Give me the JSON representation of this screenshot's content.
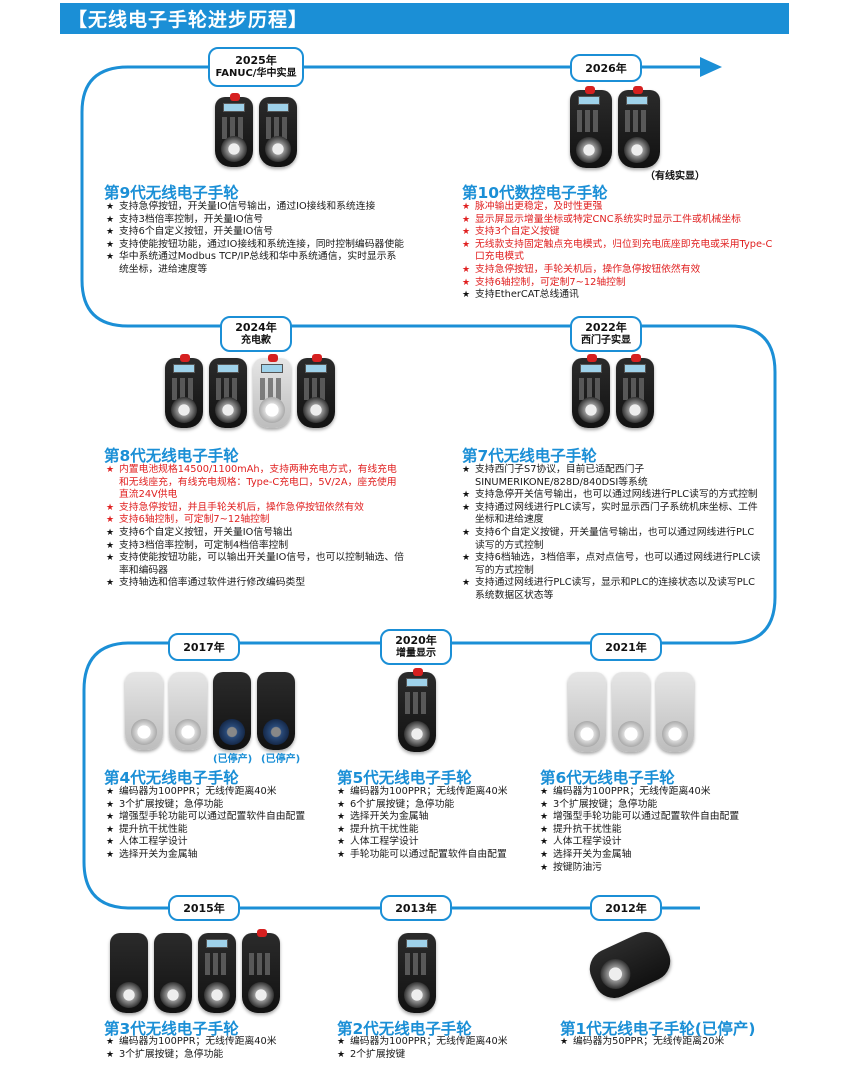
{
  "header": {
    "title": "【无线电子手轮进步历程】"
  },
  "milestones": {
    "y2025": {
      "year": "2025年",
      "sub": "FANUC/华中实显"
    },
    "y2026": {
      "year": "2026年"
    },
    "y2024": {
      "year": "2024年",
      "sub": "充电款"
    },
    "y2022": {
      "year": "2022年",
      "sub": "西门子实显"
    },
    "y2017": {
      "year": "2017年"
    },
    "y2020": {
      "year": "2020年",
      "sub": "增量显示"
    },
    "y2021": {
      "year": "2021年"
    },
    "y2015": {
      "year": "2015年"
    },
    "y2013": {
      "year": "2013年"
    },
    "y2012": {
      "year": "2012年"
    }
  },
  "notes": {
    "wired": "（有线实显）",
    "disc1": "(已停产)",
    "disc2": "(已停产)"
  },
  "gens": {
    "g9": {
      "title": "第9代无线电子手轮",
      "features": [
        {
          "t": "支持急停按钮，开关量IO信号输出，通过IO接线和系统连接",
          "red": false
        },
        {
          "t": "支持3档倍率控制，开关量IO信号",
          "red": false
        },
        {
          "t": "支持6个自定义按钮，开关量IO信号",
          "red": false
        },
        {
          "t": "支持使能按钮功能，通过IO接线和系统连接，同时控制编码器使能",
          "red": false
        },
        {
          "t": "华中系统通过Modbus TCP/IP总线和华中系统通信，实时显示系统坐标，进给速度等",
          "red": false
        }
      ]
    },
    "g10": {
      "title": "第10代数控电子手轮",
      "features": [
        {
          "t": "脉冲输出更稳定，及时性更强",
          "red": true
        },
        {
          "t": "显示屏显示增量坐标或特定CNC系统实时显示工件或机械坐标",
          "red": true
        },
        {
          "t": "支持3个自定义按键",
          "red": true
        },
        {
          "t": "无线款支持固定触点充电模式，归位到充电底座即充电或采用Type-C口充电模式",
          "red": true
        },
        {
          "t": "支持急停按钮，手轮关机后，操作急停按钮依然有效",
          "red": true
        },
        {
          "t": "支持6轴控制，可定制7~12轴控制",
          "red": true
        },
        {
          "t": "支持EtherCAT总线通讯",
          "red": false
        }
      ]
    },
    "g8": {
      "title": "第8代无线电子手轮",
      "features": [
        {
          "t": "内置电池规格14500/1100mAh，支持两种充电方式，有线充电和无线座充，有线充电规格：Type-C充电口，5V/2A，座充使用直流24V供电",
          "red": true
        },
        {
          "t": "支持急停按钮，并且手轮关机后，操作急停按钮依然有效",
          "red": true
        },
        {
          "t": "支持6轴控制，可定制7~12轴控制",
          "red": true
        },
        {
          "t": "支持6个自定义按钮，开关量IO信号输出",
          "red": false
        },
        {
          "t": "支持3档倍率控制，可定制4档倍率控制",
          "red": false
        },
        {
          "t": "支持使能按钮功能，可以输出开关量IO信号，也可以控制轴选、倍率和编码器",
          "red": false
        },
        {
          "t": "支持轴选和倍率通过软件进行修改编码类型",
          "red": false
        }
      ]
    },
    "g7": {
      "title": "第7代无线电子手轮",
      "features": [
        {
          "t": "支持西门子S7协议，目前已适配西门子SINUMERIKONE/828D/840DSI等系统",
          "red": false
        },
        {
          "t": "支持急停开关信号输出，也可以通过网线进行PLC读写的方式控制",
          "red": false
        },
        {
          "t": "支持通过网线进行PLC读写，实时显示西门子系统机床坐标、工件坐标和进给速度",
          "red": false
        },
        {
          "t": "支持6个自定义按键，开关量信号输出，也可以通过网线进行PLC读写的方式控制",
          "red": false
        },
        {
          "t": "支持6档轴选，3档倍率，点对点信号，也可以通过网线进行PLC读写的方式控制",
          "red": false
        },
        {
          "t": "支持通过网线进行PLC读写，显示和PLC的连接状态以及读写PLC系统数据区状态等",
          "red": false
        }
      ]
    },
    "g4": {
      "title": "第4代无线电子手轮",
      "features": [
        {
          "t": "编码器为100PPR；无线传距离40米",
          "red": false
        },
        {
          "t": "3个扩展按键；急停功能",
          "red": false
        },
        {
          "t": "增强型手轮功能可以通过配置软件自由配置",
          "red": false
        },
        {
          "t": "提升抗干扰性能",
          "red": false
        },
        {
          "t": "人体工程学设计",
          "red": false
        },
        {
          "t": "选择开关为金属轴",
          "red": false
        }
      ]
    },
    "g5": {
      "title": "第5代无线电子手轮",
      "features": [
        {
          "t": "编码器为100PPR；无线传距离40米",
          "red": false
        },
        {
          "t": "6个扩展按键；急停功能",
          "red": false
        },
        {
          "t": "选择开关为金属轴",
          "red": false
        },
        {
          "t": "提升抗干扰性能",
          "red": false
        },
        {
          "t": "人体工程学设计",
          "red": false
        },
        {
          "t": "手轮功能可以通过配置软件自由配置",
          "red": false
        }
      ]
    },
    "g6": {
      "title": "第6代无线电子手轮",
      "features": [
        {
          "t": "编码器为100PPR；无线传距离40米",
          "red": false
        },
        {
          "t": "3个扩展按键；急停功能",
          "red": false
        },
        {
          "t": "增强型手轮功能可以通过配置软件自由配置",
          "red": false
        },
        {
          "t": "提升抗干扰性能",
          "red": false
        },
        {
          "t": "人体工程学设计",
          "red": false
        },
        {
          "t": "选择开关为金属轴",
          "red": false
        },
        {
          "t": "按键防油污",
          "red": false
        }
      ]
    },
    "g3": {
      "title": "第3代无线电子手轮",
      "features": [
        {
          "t": "编码器为100PPR；无线传距离40米",
          "red": false
        },
        {
          "t": "3个扩展按键；急停功能",
          "red": false
        }
      ]
    },
    "g2": {
      "title": "第2代无线电子手轮",
      "features": [
        {
          "t": "编码器为100PPR；无线传距离40米",
          "red": false
        },
        {
          "t": "2个扩展按键",
          "red": false
        }
      ]
    },
    "g1": {
      "title": "第1代无线电子手轮(已停产)",
      "features": [
        {
          "t": "编码器为50PPR；无线传距离20米",
          "red": false
        }
      ]
    }
  }
}
